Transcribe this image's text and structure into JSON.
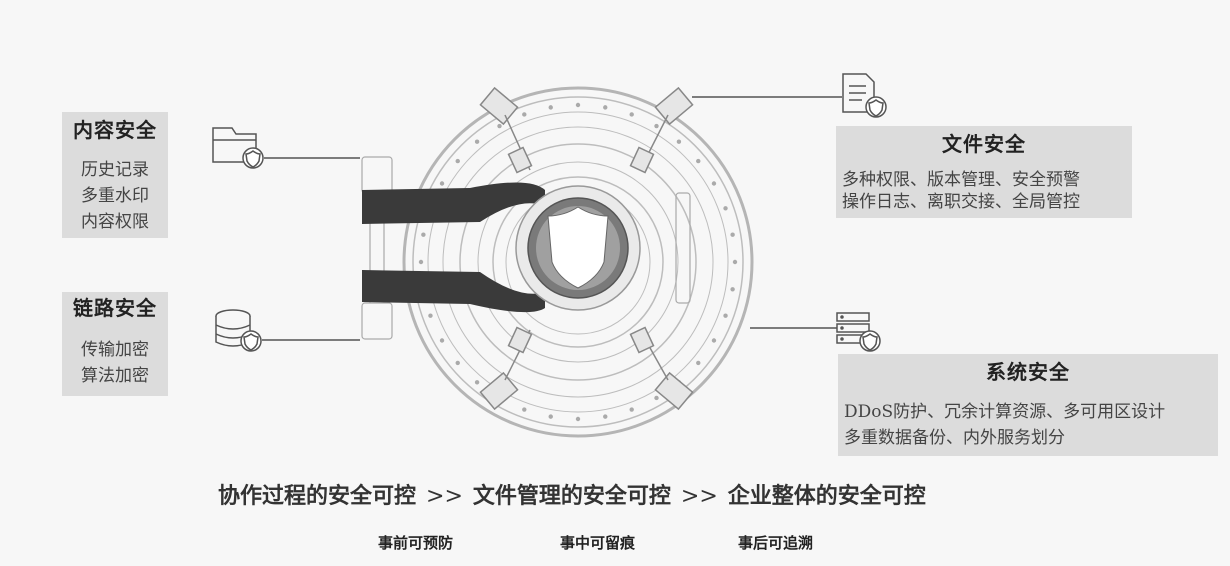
{
  "content_security": {
    "title": "内容安全",
    "items": [
      "历史记录",
      "多重水印",
      "内容权限"
    ]
  },
  "link_security": {
    "title": "链路安全",
    "items": [
      "传输加密",
      "算法加密"
    ]
  },
  "file_security": {
    "title": "文件安全",
    "items": [
      "多种权限、版本管理、安全预警",
      "操作日志、离职交接、全局管控"
    ]
  },
  "system_security": {
    "title": "系统安全",
    "items": [
      "DDoS防护、冗余计算资源、多可用区设计",
      "多重数据备份、内外服务划分"
    ]
  },
  "flow": {
    "step1": "协作过程的安全可控",
    "arrow": ">>",
    "step2": "文件管理的安全可控",
    "step3": "企业整体的安全可控"
  },
  "phases": [
    "事前可预防",
    "事中可留痕",
    "事后可追溯"
  ],
  "icons": [
    "folder-shield-icon",
    "database-shield-icon",
    "document-shield-icon",
    "server-shield-icon",
    "shield-icon"
  ]
}
